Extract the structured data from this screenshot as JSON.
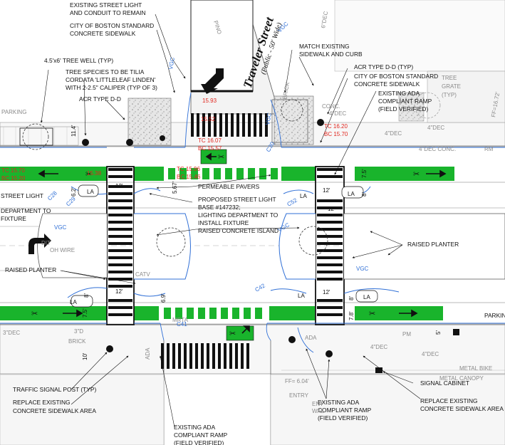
{
  "street": {
    "name": "Traveler Street",
    "sub": "(Public - 50' Wide)"
  },
  "callouts_left": [
    "EXISTING STREET LIGHT",
    "AND CONDUIT TO REMAIN",
    "CITY OF BOSTON STANDARD",
    "CONCRETE SIDEWALK",
    "4.5'x6' TREE WELL (TYP)",
    "TREE SPECIES TO BE TILIA",
    "CORDATA 'LITTLELEAF LINDEN'",
    "WITH 2-2.5\" CALIPER (TYP OF 3)",
    "ACR TYPE D-D",
    "STREET LIGHT",
    "DEPARTMENT TO",
    "FIXTURE",
    "RAISED PLANTER"
  ],
  "callouts_right": [
    "MATCH EXISTING",
    "SIDEWALK AND CURB",
    "ACR TYPE D-D (TYP)",
    "CITY OF BOSTON STANDARD",
    "CONCRETE SIDEWALK",
    "EXISTING ADA",
    "COMPLIANT RAMP",
    "(FIELD VERIFIED)",
    "RAISED PLANTER",
    "PARKIN"
  ],
  "callouts_center": [
    "PERMEABLE PAVERS",
    "PROPOSED STREET LIGHT",
    "BASE #147232;",
    "LIGHTING DEPARTMENT TO",
    "INSTALL FIXTURE",
    "RAISED CONCRETE ISLAND"
  ],
  "callouts_bottom": [
    "TRAFFIC SIGNAL POST (TYP)",
    "REPLACE EXISTING",
    "CONCRETE SIDEWALK AREA",
    "EXISTING ADA",
    "COMPLIANT RAMP",
    "(FIELD VERIFIED)",
    "EXISTING ADA",
    "COMPLIANT RAMP",
    "(FIELD VERIFIED)",
    "SIGNAL CABINET",
    "REPLACE EXISTING",
    "CONCRETE SIDEWALK AREA"
  ],
  "elevations": [
    "15.93",
    "15.52",
    "TC 16.07",
    "BC 15.57",
    "TC 15.96",
    "BC 15.46",
    "TC 16.20",
    "BC 15.70",
    "TC 15.70",
    "BC 15.20",
    "15.38"
  ],
  "dimensions": [
    "11.4'",
    "12'",
    "6.2'",
    "5.67'",
    "7.5'",
    "12'",
    "8'",
    "12'",
    "8'",
    "7.5'",
    "10'",
    "6.9'",
    "12'",
    "7.8'",
    "8'",
    "12'",
    "5'"
  ],
  "map_labels": [
    "PARKING",
    "TREE",
    "GRATE",
    "(TYP)",
    "CONC.",
    "4\"DEC",
    "4\"DEC",
    "4\"DEC",
    "4\"DEC CONC.",
    "RM",
    "LA",
    "LA",
    "LA",
    "LA",
    "LA",
    "LA",
    "VGC",
    "VGC",
    "VGC",
    "VGC",
    "VGC",
    "VGC",
    "CATV",
    "MRTA",
    "3\"DEC",
    "3\"D",
    "BRICK",
    "ADA",
    "ADA",
    "FF= 6.04'",
    "PM",
    "4\"DEC",
    "4\"DEC",
    "METAL BIKE",
    "METAL CANOPY",
    "BRICK",
    "FF=16.72'",
    "6\"DEC",
    "DIT",
    "OH WIRE",
    "C29",
    "C30",
    "C41",
    "C52",
    "C28",
    "C42",
    "PINO",
    "ENT",
    "WAL",
    "ENTRY"
  ],
  "colors": {
    "bike_lane": "#19b42c",
    "elevation": "#e0261e",
    "curb": "#2f6fd6",
    "ink": "#111111"
  }
}
